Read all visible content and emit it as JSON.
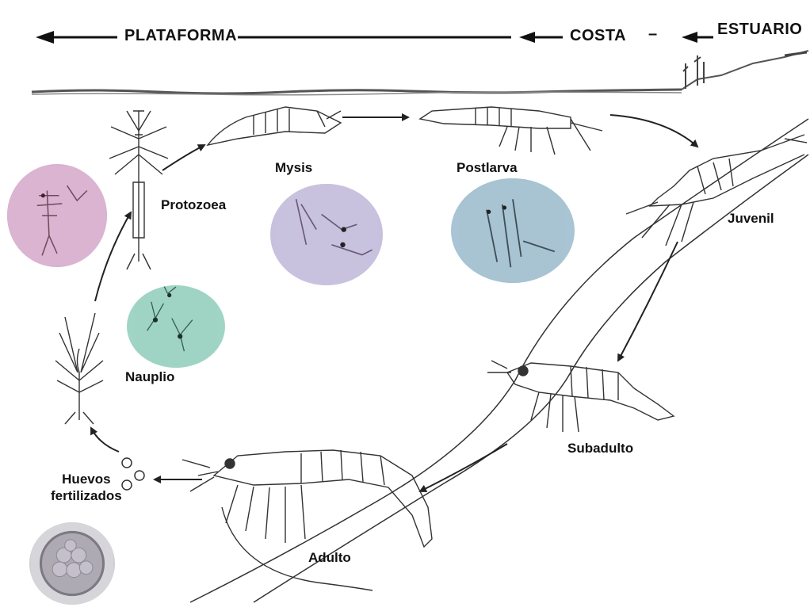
{
  "zones": {
    "plataforma": "PLATAFORMA",
    "costa": "COSTA",
    "dash": "–",
    "estuario": "ESTUARIO"
  },
  "stages": {
    "protozoea": "Protozoea",
    "mysis": "Mysis",
    "postlarva": "Postlarva",
    "juvenil": "Juvenil",
    "subadulto": "Subadulto",
    "adulto": "Adulto",
    "nauplio": "Nauplio",
    "huevos_line1": "Huevos",
    "huevos_line2": "fertilizados"
  },
  "colors": {
    "ink": "#222222",
    "water_line": "#555555",
    "photo_pink": "#d9a9c9",
    "photo_lavender": "#c7bfe0",
    "photo_teal": "#9fd3c4",
    "photo_blue": "#a9c3d3",
    "photo_grey": "#cfcfd4"
  }
}
